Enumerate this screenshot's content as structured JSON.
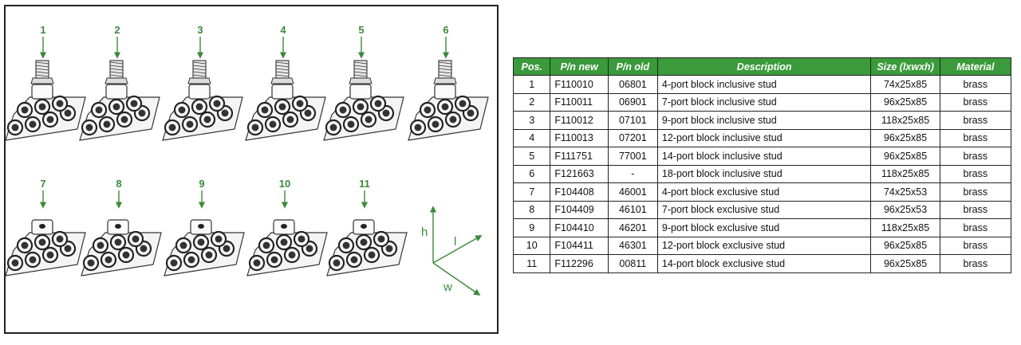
{
  "figure": {
    "callouts": [
      "1",
      "2",
      "3",
      "4",
      "5",
      "6",
      "7",
      "8",
      "9",
      "10",
      "11"
    ],
    "axes": {
      "h": "h",
      "l": "l",
      "w": "w"
    },
    "accent_color": "#3a8a3a"
  },
  "table": {
    "header_color": "#3b9a3b",
    "headers": {
      "pos": "Pos.",
      "new": "P/n new",
      "old": "P/n old",
      "desc": "Description",
      "size": "Size (lxwxh)",
      "mat": "Material"
    },
    "rows": [
      {
        "pos": "1",
        "new": "F110010",
        "old": "06801",
        "desc": "4-port block inclusive stud",
        "size": "74x25x85",
        "mat": "brass"
      },
      {
        "pos": "2",
        "new": "F110011",
        "old": "06901",
        "desc": "7-port block inclusive stud",
        "size": "96x25x85",
        "mat": "brass"
      },
      {
        "pos": "3",
        "new": "F110012",
        "old": "07101",
        "desc": "9-port block inclusive stud",
        "size": "118x25x85",
        "mat": "brass"
      },
      {
        "pos": "4",
        "new": "F110013",
        "old": "07201",
        "desc": "12-port block inclusive stud",
        "size": "96x25x85",
        "mat": "brass"
      },
      {
        "pos": "5",
        "new": "F111751",
        "old": "77001",
        "desc": "14-port block inclusive stud",
        "size": "96x25x85",
        "mat": "brass"
      },
      {
        "pos": "6",
        "new": "F121663",
        "old": "-",
        "desc": "18-port block inclusive stud",
        "size": "118x25x85",
        "mat": "brass"
      },
      {
        "pos": "7",
        "new": "F104408",
        "old": "46001",
        "desc": "4-port block exclusive stud",
        "size": "74x25x53",
        "mat": "brass"
      },
      {
        "pos": "8",
        "new": "F104409",
        "old": "46101",
        "desc": "7-port block exclusive stud",
        "size": "96x25x53",
        "mat": "brass"
      },
      {
        "pos": "9",
        "new": "F104410",
        "old": "46201",
        "desc": "9-port block exclusive stud",
        "size": "118x25x85",
        "mat": "brass"
      },
      {
        "pos": "10",
        "new": "F104411",
        "old": "46301",
        "desc": "12-port block exclusive stud",
        "size": "96x25x85",
        "mat": "brass"
      },
      {
        "pos": "11",
        "new": "F112296",
        "old": "00811",
        "desc": "14-port block exclusive stud",
        "size": "96x25x85",
        "mat": "brass"
      }
    ]
  }
}
